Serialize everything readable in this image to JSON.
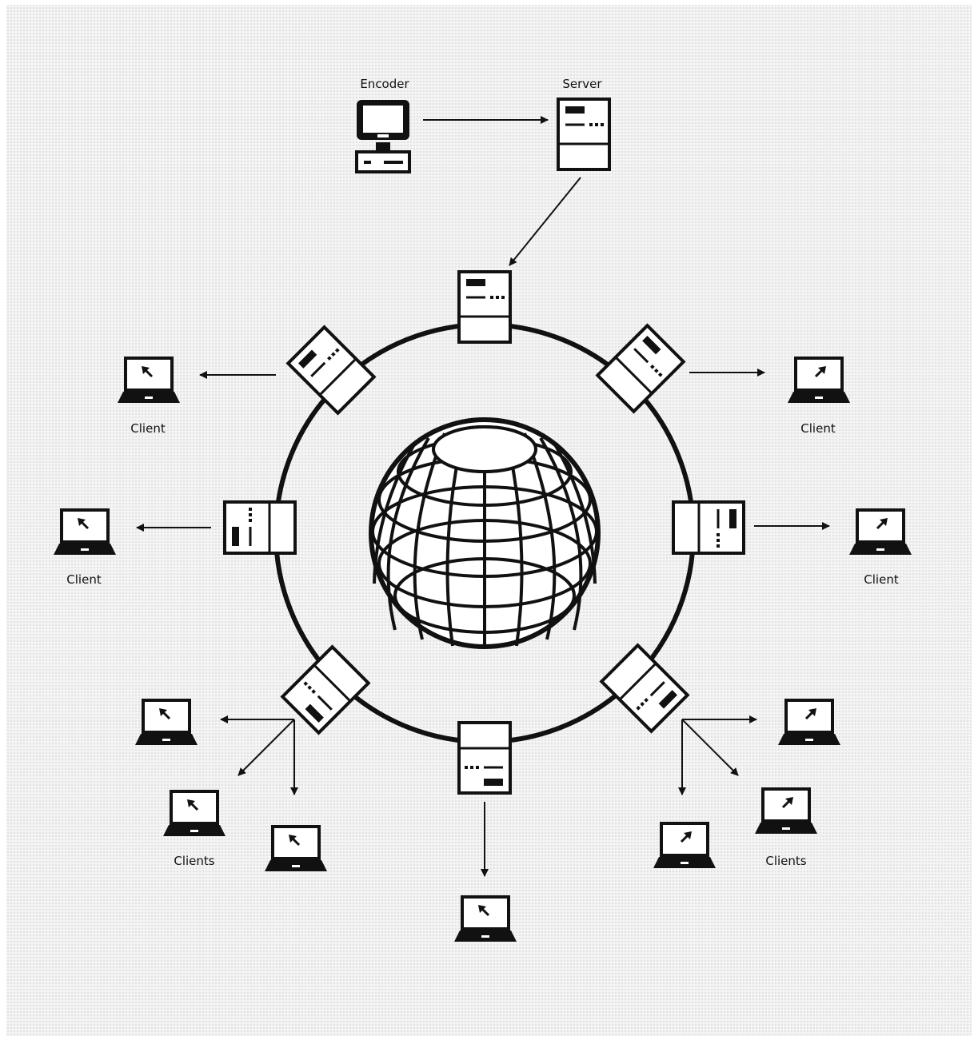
{
  "labels": {
    "encoder": "Encoder",
    "server": "Server",
    "client": "Client",
    "clients": "Clients"
  },
  "nodes": {
    "encoder": {
      "label": "Encoder",
      "icon": "desktop-computer-icon"
    },
    "origin_server": {
      "label": "Server",
      "icon": "server-icon"
    },
    "edge_servers": {
      "count": 8,
      "icon": "server-icon"
    },
    "network": {
      "icon": "globe-icon"
    },
    "client_laptops": {
      "icon": "laptop-icon"
    }
  },
  "colors": {
    "ink": "#111111",
    "background": "#f2f2f2",
    "paper": "#ffffff"
  }
}
